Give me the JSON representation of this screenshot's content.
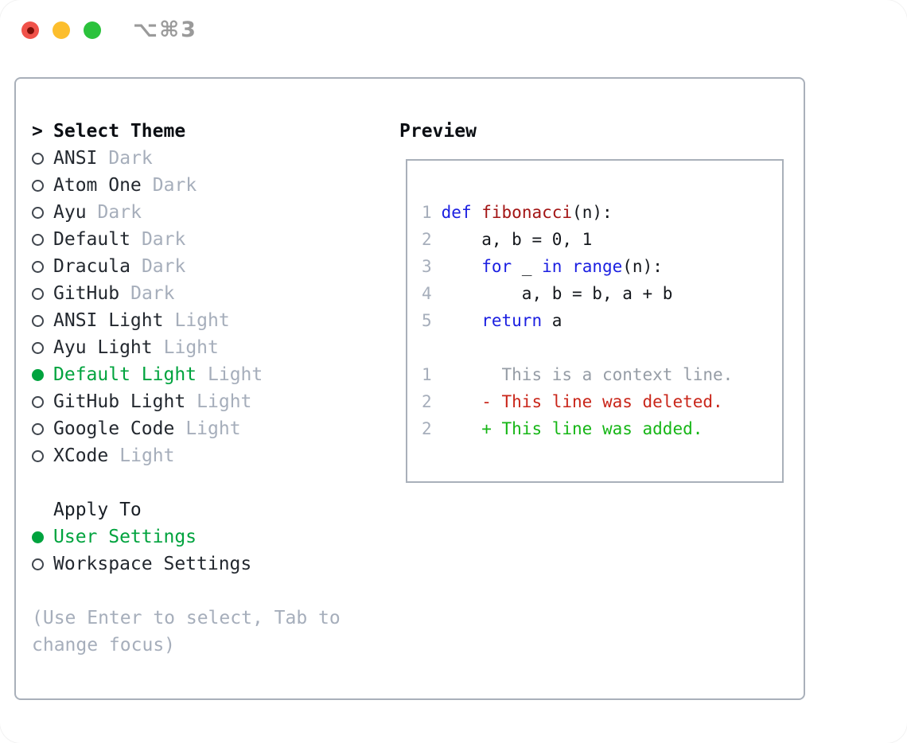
{
  "window": {
    "shortcut_label": "⌥⌘3",
    "buttons": [
      {
        "id": "close",
        "color": "#f0524a"
      },
      {
        "id": "minimize",
        "color": "#fcbe2d"
      },
      {
        "id": "zoom",
        "color": "#2bc23c"
      }
    ]
  },
  "theme_panel": {
    "prompt": ">",
    "header": "Select Theme",
    "themes": [
      {
        "name": "ANSI",
        "tag": "Dark",
        "selected": false
      },
      {
        "name": "Atom One",
        "tag": "Dark",
        "selected": false
      },
      {
        "name": "Ayu",
        "tag": "Dark",
        "selected": false
      },
      {
        "name": "Default",
        "tag": "Dark",
        "selected": false
      },
      {
        "name": "Dracula",
        "tag": "Dark",
        "selected": false
      },
      {
        "name": "GitHub",
        "tag": "Dark",
        "selected": false
      },
      {
        "name": "ANSI Light",
        "tag": "Light",
        "selected": false
      },
      {
        "name": "Ayu Light",
        "tag": "Light",
        "selected": false
      },
      {
        "name": "Default Light",
        "tag": "Light",
        "selected": true
      },
      {
        "name": "GitHub Light",
        "tag": "Light",
        "selected": false
      },
      {
        "name": "Google Code",
        "tag": "Light",
        "selected": false
      },
      {
        "name": "XCode",
        "tag": "Light",
        "selected": false
      }
    ],
    "apply_to": {
      "header": "Apply To",
      "options": [
        {
          "name": "User Settings",
          "selected": true
        },
        {
          "name": "Workspace Settings",
          "selected": false
        }
      ]
    },
    "help_lines": [
      "(Use Enter to select, Tab to",
      "change focus)"
    ]
  },
  "preview": {
    "header": "Preview",
    "code_lines": [
      {
        "num": "1",
        "tokens": [
          {
            "text": "def",
            "type": "keyword"
          },
          {
            "text": " ",
            "type": "plain"
          },
          {
            "text": "fibonacci",
            "type": "function"
          },
          {
            "text": "(n):",
            "type": "plain"
          }
        ]
      },
      {
        "num": "2",
        "tokens": [
          {
            "text": "    a, b = 0, 1",
            "type": "plain"
          }
        ]
      },
      {
        "num": "3",
        "tokens": [
          {
            "text": "    ",
            "type": "plain"
          },
          {
            "text": "for",
            "type": "keyword"
          },
          {
            "text": " _ ",
            "type": "plain"
          },
          {
            "text": "in",
            "type": "keyword"
          },
          {
            "text": " ",
            "type": "plain"
          },
          {
            "text": "range",
            "type": "keyword"
          },
          {
            "text": "(n):",
            "type": "plain"
          }
        ]
      },
      {
        "num": "4",
        "tokens": [
          {
            "text": "        a, b = b, a + b",
            "type": "plain"
          }
        ]
      },
      {
        "num": "5",
        "tokens": [
          {
            "text": "    ",
            "type": "plain"
          },
          {
            "text": "return",
            "type": "keyword"
          },
          {
            "text": " a",
            "type": "plain"
          }
        ]
      }
    ],
    "diff_lines": [
      {
        "num": "1",
        "text": "      This is a context line.",
        "kind": "context"
      },
      {
        "num": "2",
        "text": "    - This line was deleted.",
        "kind": "deleted"
      },
      {
        "num": "2",
        "text": "    + This line was added.",
        "kind": "added"
      }
    ]
  },
  "colors": {
    "panel_border": "#a9b0ba",
    "selected_green": "#00a33e",
    "keyword_blue": "#1b1fe1",
    "function_red": "#a31515",
    "added_green": "#16b616",
    "deleted_red": "#c9261a",
    "muted_gray": "#a6aebb",
    "context_gray": "#969da6"
  }
}
